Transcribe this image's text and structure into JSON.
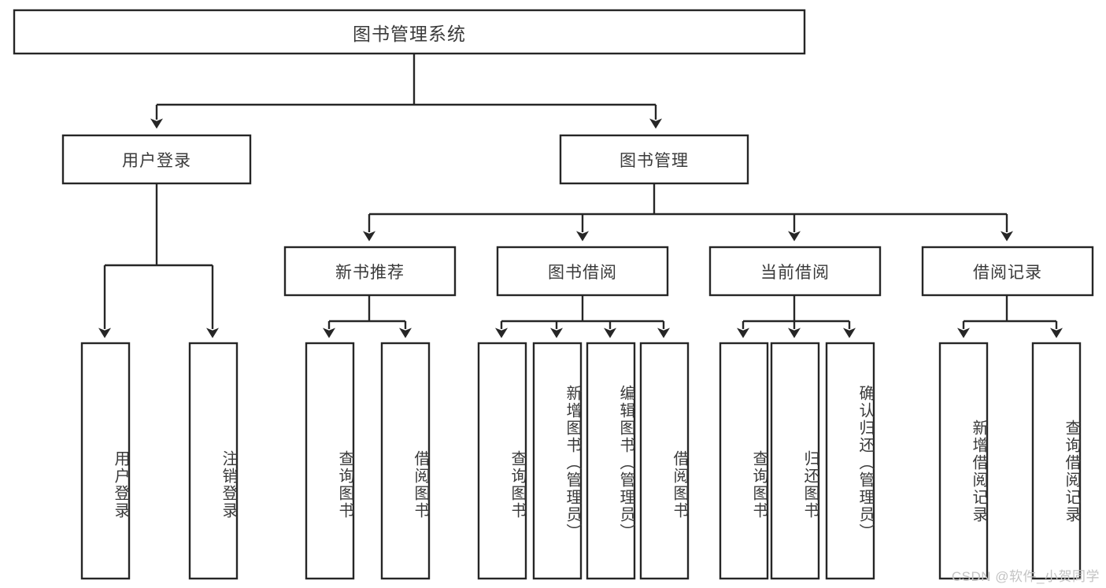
{
  "diagram": {
    "title": "图书管理系统",
    "type": "tree-hierarchy-diagram",
    "root": {
      "label": "图书管理系统"
    },
    "level2": [
      {
        "label": "用户登录"
      },
      {
        "label": "图书管理"
      }
    ],
    "level3": [
      {
        "label": "新书推荐"
      },
      {
        "label": "图书借阅"
      },
      {
        "label": "当前借阅"
      },
      {
        "label": "借阅记录"
      }
    ],
    "leaves_user_login": [
      {
        "label": "用户登录"
      },
      {
        "label": "注销登录"
      }
    ],
    "leaves_new_book": [
      {
        "label": "查询图书"
      },
      {
        "label": "借阅图书"
      }
    ],
    "leaves_borrow": [
      {
        "label": "查询图书"
      },
      {
        "label": "新增图书（管理员）"
      },
      {
        "label": "编辑图书（管理员）"
      },
      {
        "label": "借阅图书"
      }
    ],
    "leaves_current": [
      {
        "label": "查询图书"
      },
      {
        "label": "归还图书"
      },
      {
        "label": "确认归还（管理员）"
      }
    ],
    "leaves_record": [
      {
        "label": "新增借阅记录"
      },
      {
        "label": "查询借阅记录"
      }
    ]
  },
  "watermark": {
    "text": "CSDN @软件_小贺同学"
  },
  "colors": {
    "stroke": "#262626",
    "box_fill": "#ffffff",
    "text": "#3a3a3a",
    "watermark": "#c3c3c3",
    "background": "#ffffff"
  }
}
